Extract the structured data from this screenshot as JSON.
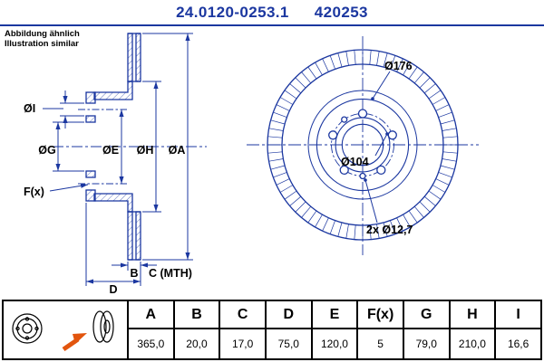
{
  "header": {
    "part_number": "24.0120-0253.1",
    "catalog_number": "420253",
    "note_de": "Abbildung ähnlich",
    "note_en": "Illustration similar"
  },
  "section_view": {
    "labels": {
      "dia_i": "ØI",
      "dia_g": "ØG",
      "dia_e": "ØE",
      "dia_h": "ØH",
      "dia_a": "ØA",
      "f_x": "F(x)",
      "b": "B",
      "c_mth": "C (MTH)",
      "d": "D"
    }
  },
  "front_view": {
    "labels": {
      "dia_176": "Ø176",
      "dia_104": "Ø104",
      "holes": "2x Ø12,7"
    }
  },
  "table": {
    "headers": [
      "A",
      "B",
      "C",
      "D",
      "E",
      "F(x)",
      "G",
      "H",
      "I"
    ],
    "values": [
      "365,0",
      "20,0",
      "17,0",
      "75,0",
      "120,0",
      "5",
      "79,0",
      "210,0",
      "16,6"
    ]
  },
  "colors": {
    "drawing_blue": "#1b37a0",
    "arrow_orange": "#e2550e"
  }
}
